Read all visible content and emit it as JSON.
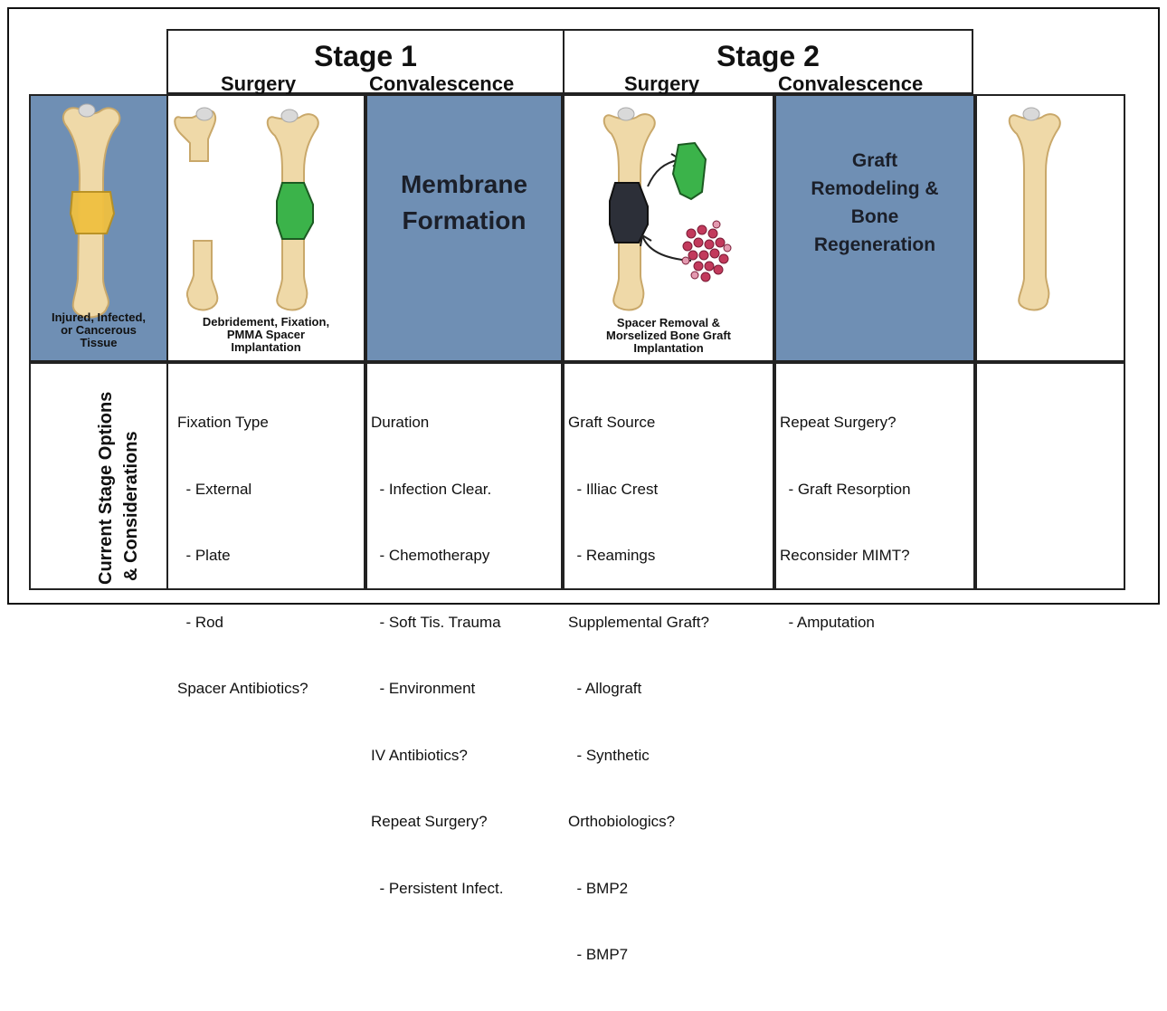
{
  "stages": [
    {
      "title": "Stage 1",
      "surgery_label": "Surgery",
      "convalescence_label": "Convalescence"
    },
    {
      "title": "Stage 2",
      "surgery_label": "Surgery",
      "convalescence_label": "Convalescence"
    }
  ],
  "panels": {
    "initial_caption": [
      "Injured, Infected,",
      "or Cancerous",
      "Tissue"
    ],
    "stage1_surgery_caption": [
      "Debridement, Fixation,",
      "PMMA Spacer",
      "Implantation"
    ],
    "stage1_convalescence_title": [
      "Membrane",
      "Formation"
    ],
    "stage2_surgery_caption": [
      "Spacer Removal &",
      "Morselized Bone Graft",
      "Implantation"
    ],
    "stage2_convalescence_title": [
      "Graft",
      "Remodeling &",
      "Bone",
      "Regeneration"
    ]
  },
  "row_label": [
    "Current Stage Options",
    "& Considerations"
  ],
  "options": {
    "stage1_surgery": [
      "Fixation Type",
      "  - External",
      "  - Plate",
      "  - Rod",
      "Spacer Antibiotics?"
    ],
    "stage1_convalescence": [
      "Duration",
      "  - Infection Clear.",
      "  - Chemotherapy",
      "  - Soft Tis. Trauma",
      "  - Environment",
      "IV Antibiotics?",
      "Repeat Surgery?",
      "  - Persistent Infect."
    ],
    "stage2_surgery": [
      "Graft Source",
      "  - Illiac Crest",
      "  - Reamings",
      "Supplemental Graft?",
      "  - Allograft",
      "  - Synthetic",
      "Orthobiologics?",
      "  - BMP2",
      "  - BMP7"
    ],
    "stage2_convalescence": [
      "Repeat Surgery?",
      "  - Graft Resorption",
      "Reconsider MIMT?",
      "  - Amputation"
    ]
  },
  "colors": {
    "panel_blue": "#6f8fb4",
    "bone": "#efd9a8",
    "bone_outline": "#c9a86a",
    "lesion": "#f0c040",
    "spacer_green": "#3bb34a",
    "spacer_dark": "#2c2f38",
    "graft_red": "#c23a5c"
  }
}
